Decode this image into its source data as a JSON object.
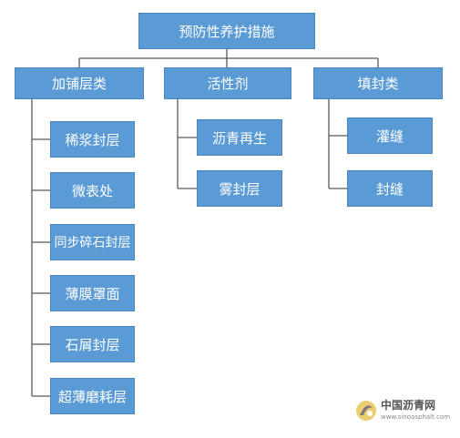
{
  "root": {
    "label": "预防性养护措施"
  },
  "categories": [
    {
      "label": "加铺层类",
      "children": [
        "稀浆封层",
        "微表处",
        "同步碎石封层",
        "薄膜罩面",
        "石屑封层",
        "超薄磨耗层"
      ]
    },
    {
      "label": "活性剂",
      "children": [
        "沥青再生",
        "雾封层"
      ]
    },
    {
      "label": "填封类",
      "children": [
        "灌缝",
        "封缝"
      ]
    }
  ],
  "watermark": {
    "name": "中国沥青网",
    "url": "www.sinoasphalt.com"
  },
  "colors": {
    "box_fill": "#5b9bd5",
    "box_border": "#4a86c0",
    "connector": "#595959",
    "text": "#ffffff"
  }
}
